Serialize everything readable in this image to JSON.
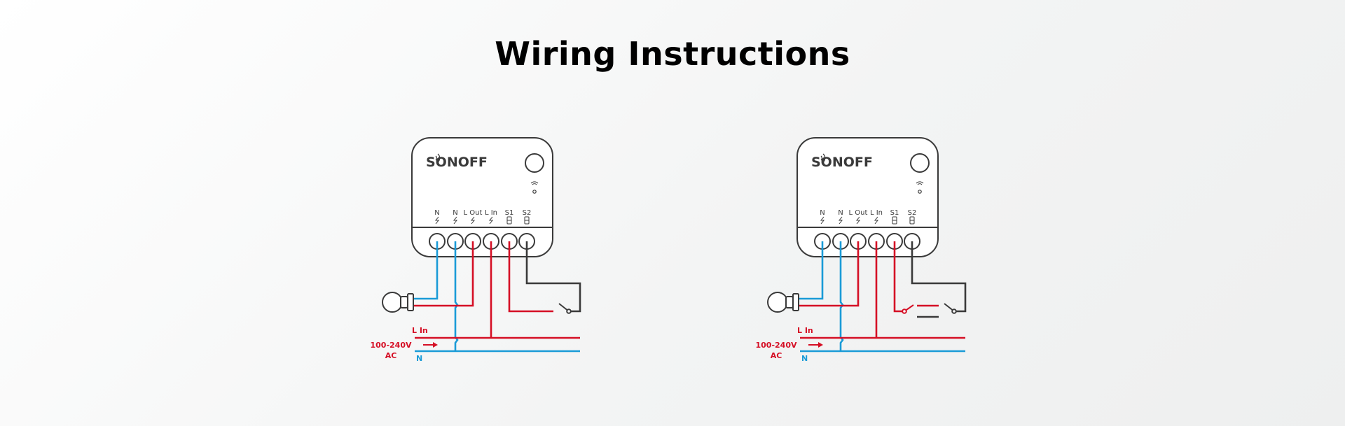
{
  "title": "Wiring Instructions",
  "colors": {
    "live": "#d50f25",
    "neutral": "#1a9bd7",
    "switch": "#3a3a3a",
    "outline": "#3a3a3a",
    "title": "#000000"
  },
  "device": {
    "brand": "SONOFF",
    "terminals": [
      {
        "label": "N",
        "icon": "bolt-icon"
      },
      {
        "label": "N",
        "icon": "bolt-icon"
      },
      {
        "label": "L Out",
        "icon": "bolt-icon"
      },
      {
        "label": "L In",
        "icon": "bolt-icon"
      },
      {
        "label": "S1",
        "icon": "switch-icon"
      },
      {
        "label": "S2",
        "icon": "switch-icon"
      }
    ]
  },
  "supply": {
    "line_label": "L In",
    "neutral_label": "N",
    "voltage_label": "100-240V",
    "ac_label": "AC"
  },
  "diagrams": [
    {
      "switch_type": "single-switch"
    },
    {
      "switch_type": "two-way-switch"
    }
  ]
}
